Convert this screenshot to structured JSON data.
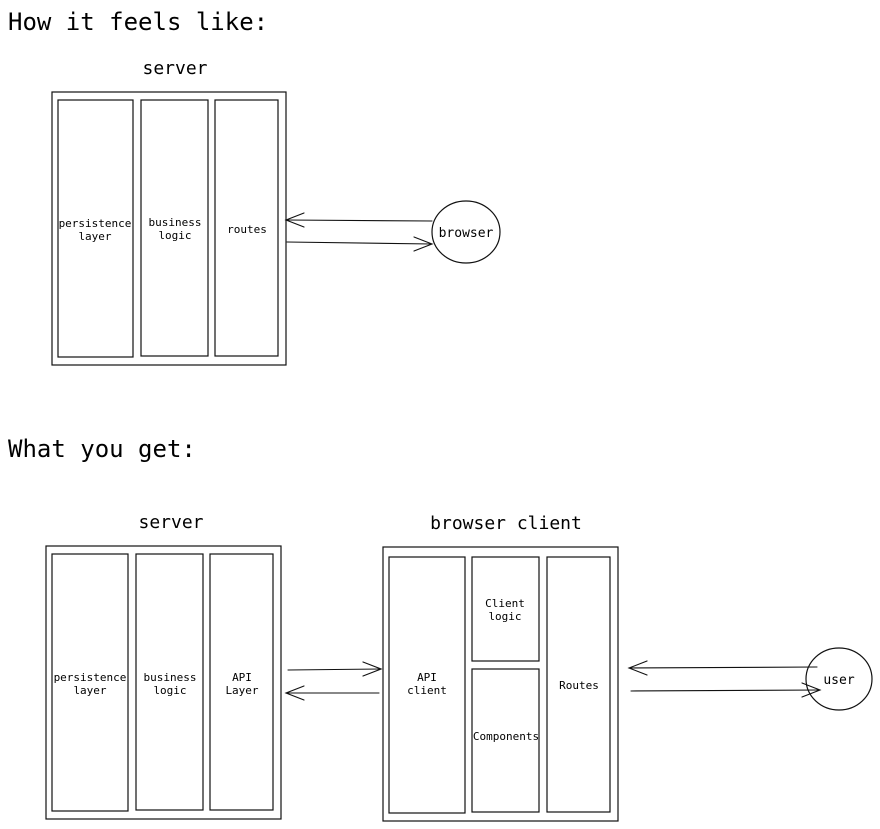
{
  "top": {
    "heading": "How it feels like:",
    "server_title": "server",
    "columns": [
      {
        "line1": "persistence",
        "line2": "layer"
      },
      {
        "line1": "business",
        "line2": "logic"
      },
      {
        "line1": "routes",
        "line2": ""
      }
    ],
    "browser_label": "browser"
  },
  "bottom": {
    "heading": "What you get:",
    "server_title": "server",
    "server_columns": [
      {
        "line1": "persistence",
        "line2": "layer"
      },
      {
        "line1": "business",
        "line2": "logic"
      },
      {
        "line1": "API",
        "line2": "Layer"
      }
    ],
    "client_title": "browser client",
    "client_columns": {
      "api_client": {
        "line1": "API",
        "line2": "client"
      },
      "client_logic": {
        "line1": "Client",
        "line2": "logic"
      },
      "components": {
        "line1": "Components"
      },
      "routes": {
        "line1": "Routes"
      }
    },
    "user_label": "user"
  }
}
